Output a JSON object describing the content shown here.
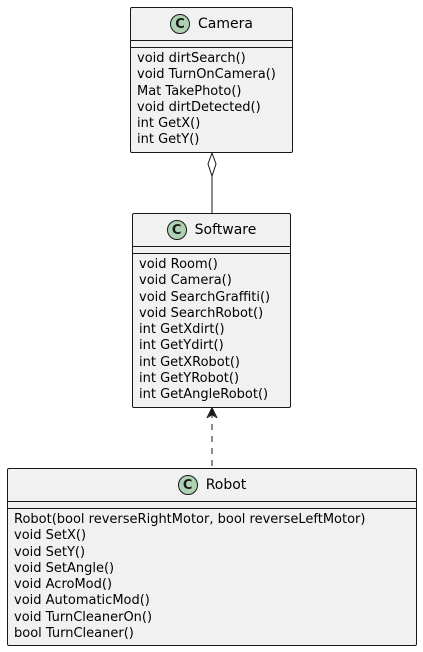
{
  "diagram": {
    "classes": {
      "camera": {
        "name": "Camera",
        "stereotype_letter": "C",
        "methods": [
          "void dirtSearch()",
          "void TurnOnCamera()",
          "Mat TakePhoto()",
          "void dirtDetected()",
          "int GetX()",
          "int GetY()"
        ]
      },
      "software": {
        "name": "Software",
        "stereotype_letter": "C",
        "methods": [
          "void Room()",
          "void Camera()",
          "void SearchGraffiti()",
          "void SearchRobot()",
          "int GetXdirt()",
          "int GetYdirt()",
          "int GetXRobot()",
          "int GetYRobot()",
          "int GetAngleRobot()"
        ]
      },
      "robot": {
        "name": "Robot",
        "stereotype_letter": "C",
        "methods": [
          "Robot(bool reverseRightMotor, bool reverseLeftMotor)",
          "void SetX()",
          "void SetY()",
          "void SetAngle()",
          "void AcroMod()",
          "void AutomaticMod()",
          "void TurnCleanerOn()",
          "bool TurnCleaner()"
        ]
      }
    },
    "relations": [
      {
        "from": "Software",
        "to": "Camera",
        "type": "aggregation"
      },
      {
        "from": "Robot",
        "to": "Software",
        "type": "dependency"
      }
    ],
    "colors": {
      "class_background": "#f1f1f1",
      "border": "#181818",
      "class_icon": "#add1b2"
    }
  }
}
